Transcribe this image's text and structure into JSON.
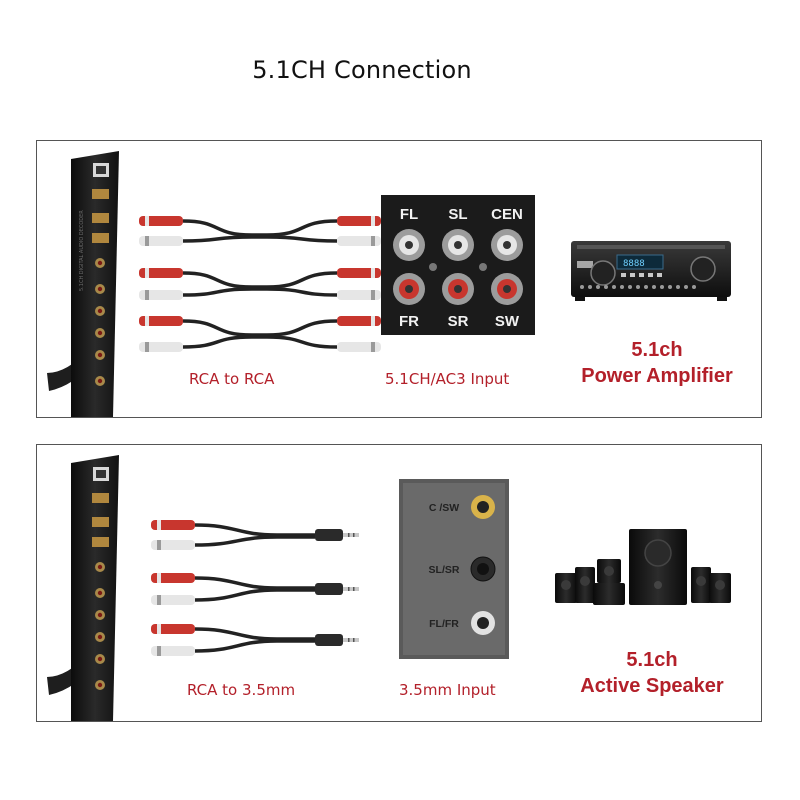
{
  "title": "5.1CH Connection",
  "sections": [
    {
      "cable_label": "RCA  to  RCA",
      "input_label": "5.1CH/AC3  Input",
      "input_jacks": {
        "top": [
          "FL",
          "SL",
          "CEN"
        ],
        "bottom": [
          "FR",
          "SR",
          "SW"
        ]
      },
      "device_line1": "5.1ch",
      "device_line2": "Power Amplifier",
      "device_name": "power-amplifier"
    },
    {
      "cable_label": "RCA  to  3.5mm",
      "input_label": "3.5mm  Input",
      "input_jacks": [
        "C /SW",
        "SL/SR",
        "FL/FR"
      ],
      "device_line1": "5.1ch",
      "device_line2": "Active Speaker",
      "device_name": "active-speaker-system"
    }
  ],
  "colors": {
    "label_red": "#b3202a",
    "rca_red": "#c8362e",
    "rca_white": "#e6e6e6",
    "gold": "#c9a24a",
    "panel_black": "#1b1b1b"
  }
}
